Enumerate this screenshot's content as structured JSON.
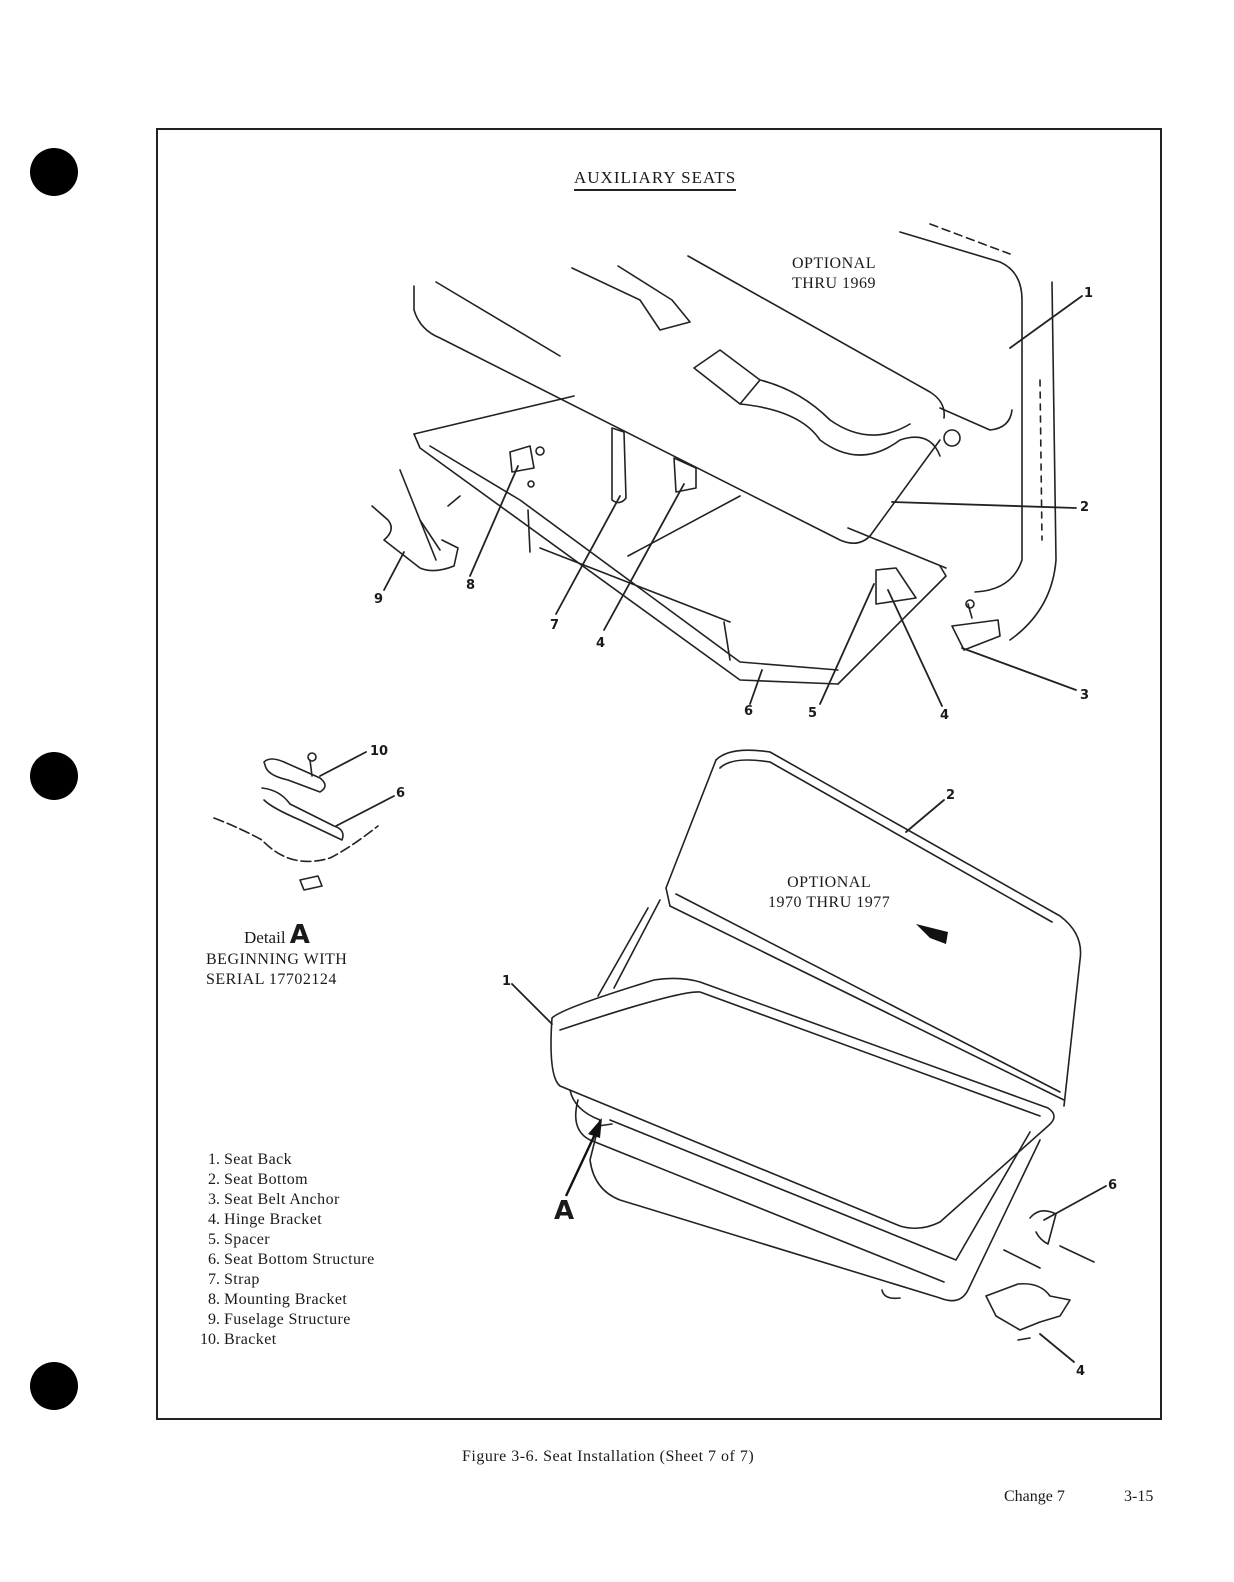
{
  "title": "AUXILIARY SEATS",
  "option_a": {
    "line1": "OPTIONAL",
    "line2": "THRU 1969"
  },
  "option_b": {
    "line1": "OPTIONAL",
    "line2": "1970 THRU 1977"
  },
  "callouts_top": [
    "1",
    "2",
    "3",
    "4",
    "5",
    "6",
    "7",
    "4",
    "8",
    "9"
  ],
  "callouts_detail": [
    "10",
    "6"
  ],
  "callouts_bottom": [
    "2",
    "1",
    "6",
    "4"
  ],
  "detail": {
    "label": "Detail",
    "letter": "A",
    "line1": "BEGINNING WITH",
    "line2": "SERIAL  17702124"
  },
  "view_marker": "A",
  "legend": [
    {
      "num": "1.",
      "label": "Seat Back"
    },
    {
      "num": "2.",
      "label": "Seat Bottom"
    },
    {
      "num": "3.",
      "label": "Seat Belt Anchor"
    },
    {
      "num": "4.",
      "label": "Hinge Bracket"
    },
    {
      "num": "5.",
      "label": "Spacer"
    },
    {
      "num": "6.",
      "label": "Seat Bottom Structure"
    },
    {
      "num": "7.",
      "label": "Strap"
    },
    {
      "num": "8.",
      "label": "Mounting Bracket"
    },
    {
      "num": "9.",
      "label": "Fuselage Structure"
    },
    {
      "num": "10.",
      "label": "Bracket"
    }
  ],
  "caption": "Figure 3-6.  Seat Installation (Sheet 7 of 7)",
  "footer": {
    "change": "Change 7",
    "page": "3-15"
  }
}
